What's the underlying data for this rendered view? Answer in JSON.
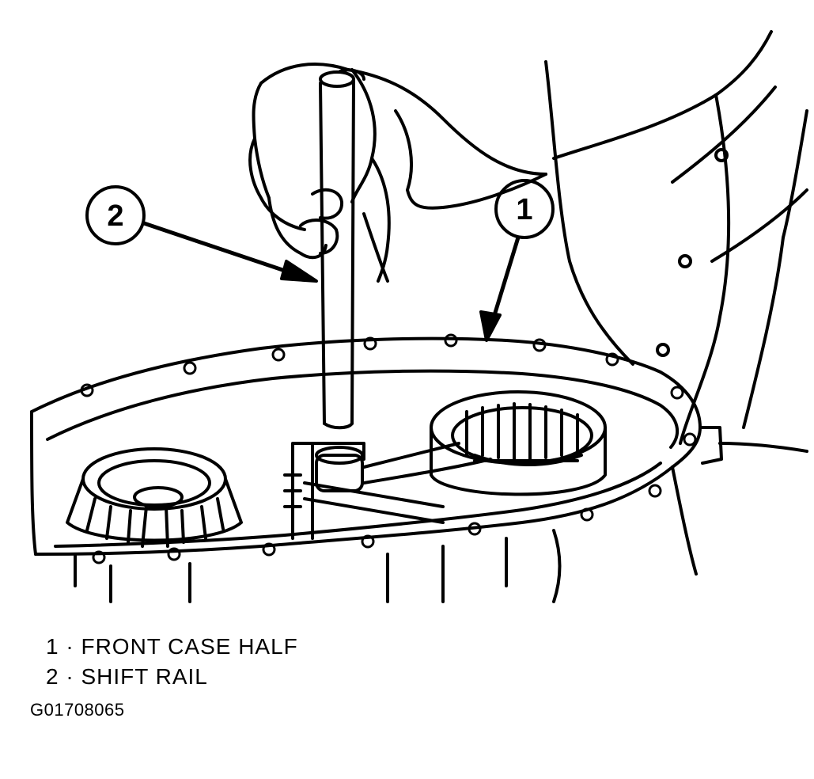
{
  "callouts": [
    {
      "number": "2"
    },
    {
      "number": "1"
    }
  ],
  "legend": [
    {
      "number": "1",
      "separator": "·",
      "label": "FRONT CASE HALF"
    },
    {
      "number": "2",
      "separator": "·",
      "label": "SHIFT RAIL"
    }
  ],
  "figure_id": "G01708065",
  "colors": {
    "ink": "#000000",
    "paper": "#ffffff"
  }
}
